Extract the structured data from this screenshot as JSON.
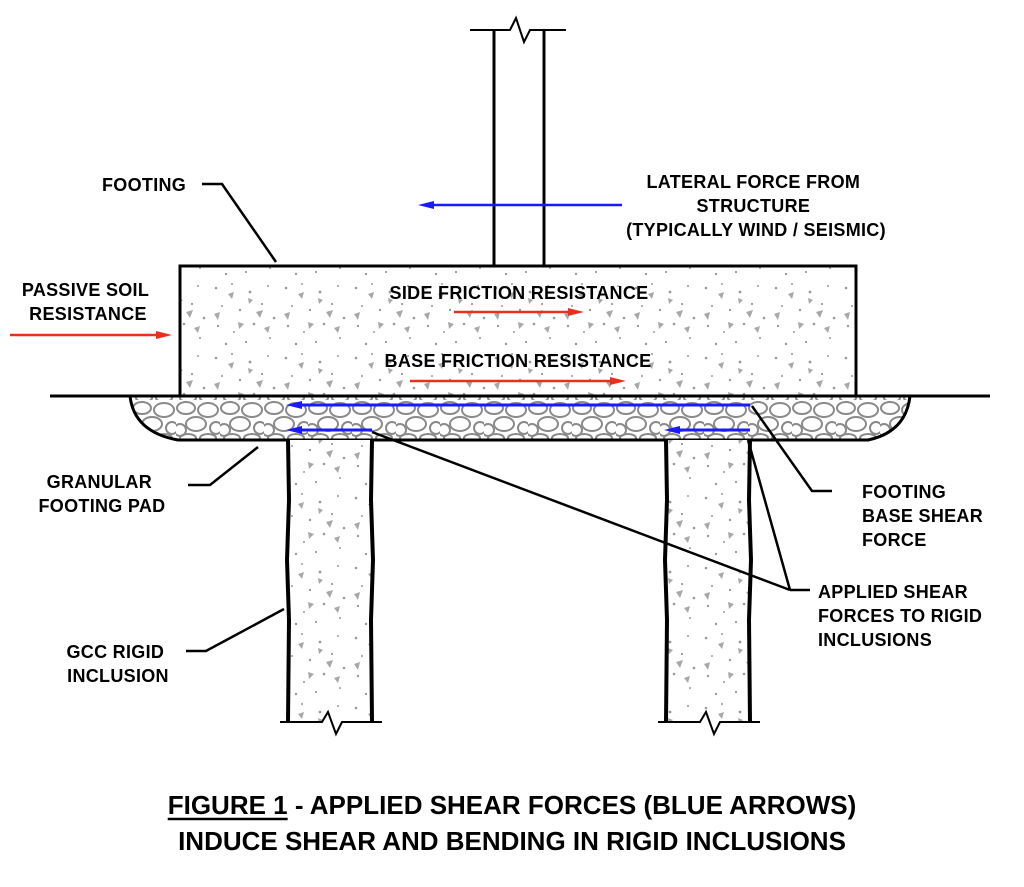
{
  "labels": {
    "footing": "FOOTING",
    "lateral_force": [
      "LATERAL FORCE FROM",
      "STRUCTURE",
      "(TYPICALLY WIND / SEISMIC)"
    ],
    "passive_soil": [
      "PASSIVE SOIL",
      "RESISTANCE"
    ],
    "side_friction": "SIDE FRICTION RESISTANCE",
    "base_friction": "BASE FRICTION RESISTANCE",
    "granular_pad": [
      "GRANULAR",
      "FOOTING PAD"
    ],
    "base_shear": [
      "FOOTING",
      "BASE SHEAR",
      "FORCE"
    ],
    "applied_shear": [
      "APPLIED SHEAR",
      "FORCES TO RIGID",
      "INCLUSIONS"
    ],
    "gcc_inclusion": [
      "GCC RIGID",
      "INCLUSION"
    ]
  },
  "caption": {
    "figure_label": "FIGURE 1",
    "line1_rest": " - APPLIED SHEAR FORCES (BLUE ARROWS)",
    "line2": "INDUCE SHEAR AND BENDING IN RIGID INCLUSIONS"
  },
  "colors": {
    "blue_arrow": "#1a1aff",
    "red_arrow": "#e8301c",
    "outline": "#000000",
    "concrete_speckle": "#9a9a9a",
    "gravel_speckle": "#8a8a8a"
  }
}
